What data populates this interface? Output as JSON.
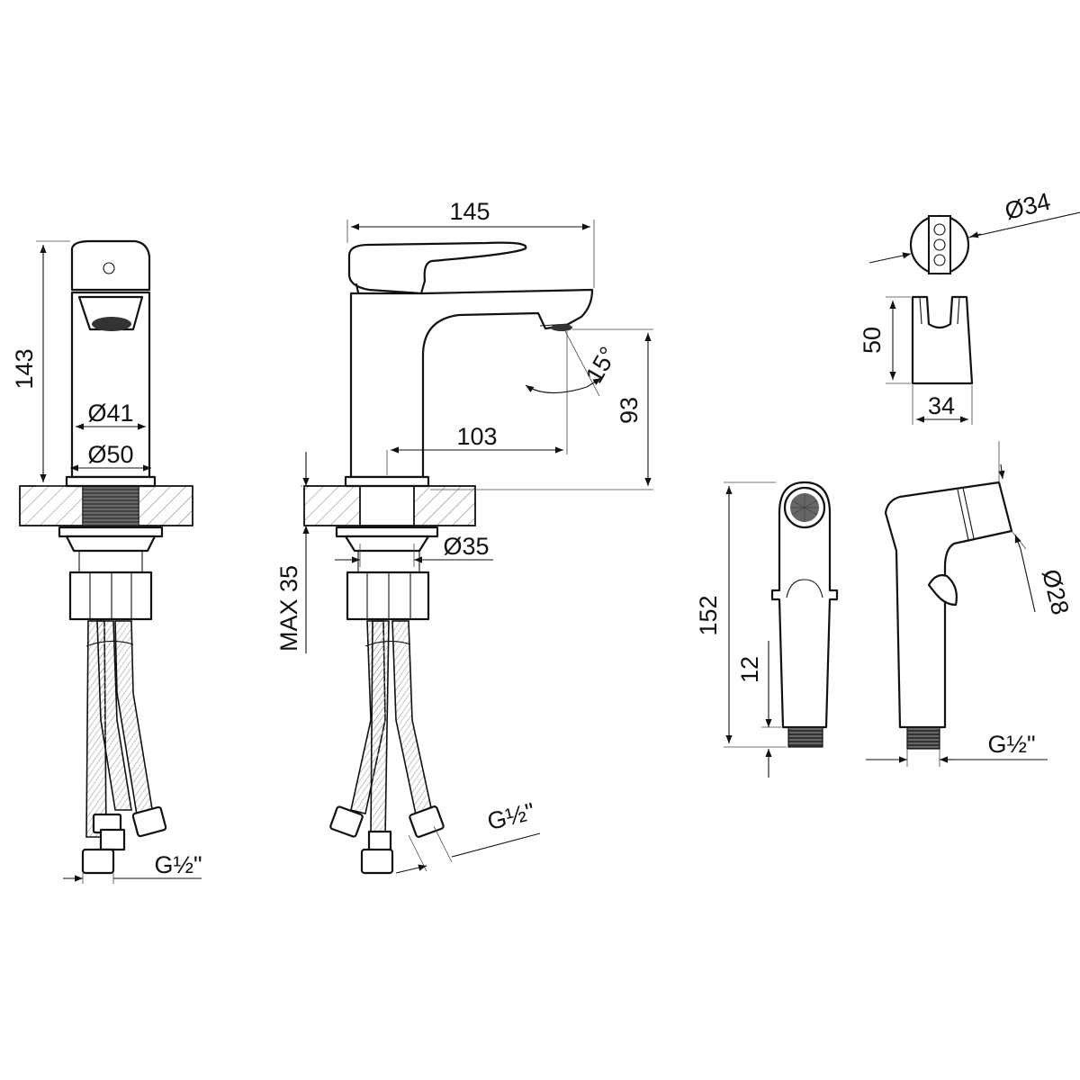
{
  "dimensions": {
    "front_height": "143",
    "body_diameter": "Ø41",
    "base_diameter": "Ø50",
    "front_thread": "G½\"",
    "spout_length": "145",
    "spout_reach": "103",
    "spout_height": "93",
    "spout_angle": "15°",
    "shank_diameter": "Ø35",
    "max_counter": "MAX 35",
    "side_thread": "G½\"",
    "holder_diameter": "Ø34",
    "holder_height": "50",
    "holder_width": "34",
    "shower_length": "152",
    "shower_thread_length": "12",
    "shower_diameter": "Ø28",
    "shower_thread": "G½\""
  }
}
